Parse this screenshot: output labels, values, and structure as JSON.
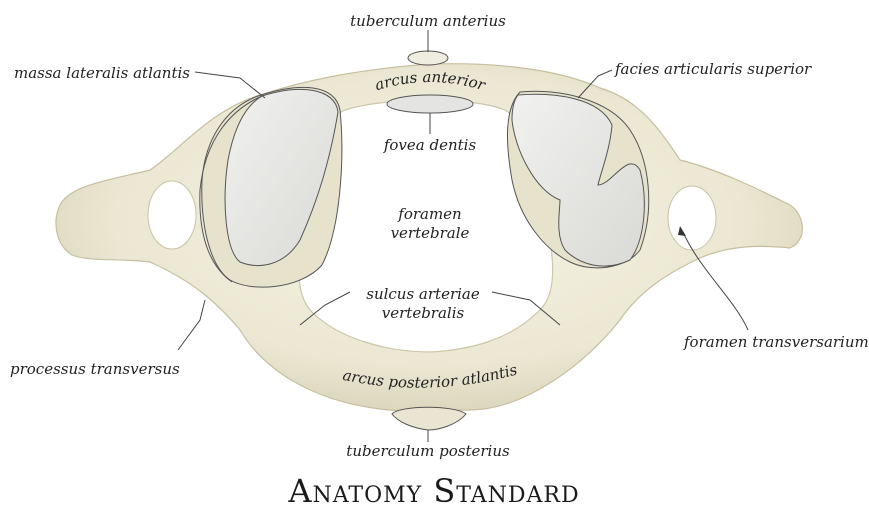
{
  "figure": {
    "brand": "Anatomy Standard",
    "colors": {
      "bone": "#ece9d6",
      "bone_shadow": "#cfcab2",
      "facet": "#e2e2e0",
      "outline": "#333333",
      "line": "#444444"
    }
  },
  "labels": {
    "tuberculum_anterius": "tuberculum anterius",
    "massa_lateralis": "massa lateralis atlantis",
    "facies_articularis": "facies articularis superior",
    "arcus_anterior": "arcus anterior",
    "fovea_dentis": "fovea dentis",
    "foramen_vertebrale_1": "foramen",
    "foramen_vertebrale_2": "vertebrale",
    "sulcus_1": "sulcus arteriae",
    "sulcus_2": "vertebralis",
    "foramen_transversarium": "foramen transversarium",
    "processus_transversus": "processus transversus",
    "arcus_posterior": "arcus posterior atlantis",
    "tuberculum_posterius": "tuberculum posterius"
  }
}
